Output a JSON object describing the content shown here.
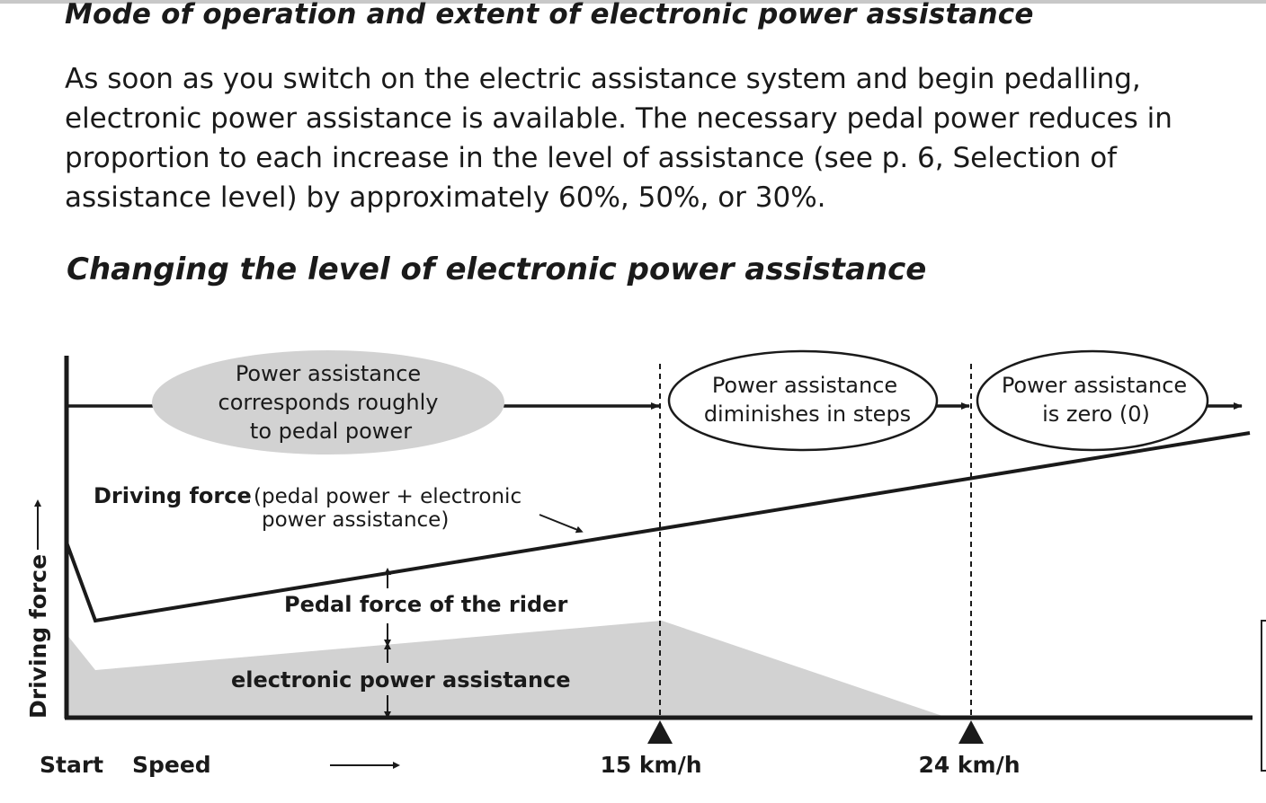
{
  "headings": {
    "mode": "Mode of operation and extent of electronic power assistance",
    "changing": "Changing the level of electronic power assistance"
  },
  "paragraph": [
    "As soon as you switch on the electric assistance system and begin pedalling,",
    "electronic power assistance is available. The necessary pedal power reduces in",
    "proportion to each increase in the level of assistance (see p. 6, Selection of",
    "assistance level) by approximately 60%, 50%, or 30%."
  ],
  "diagram": {
    "phase_labels": {
      "phase1": [
        "Power assistance",
        "corresponds roughly",
        "to pedal power"
      ],
      "phase2": [
        "Power assistance",
        "diminishes in steps"
      ],
      "phase3": [
        "Power assistance",
        "is zero (0)"
      ]
    },
    "driving_force_label": "Driving force",
    "driving_force_note": [
      "(pedal power + electronic",
      "power assistance)"
    ],
    "pedal_force_label": "Pedal force of the rider",
    "assistance_label": "electronic power assistance",
    "y_axis_label": "Driving force",
    "x_axis": {
      "start": "Start",
      "speed": "Speed",
      "markers": [
        "15 km/h",
        "24 km/h"
      ]
    },
    "colors": {
      "ink": "#1a1a1a",
      "fill_gray": "#d2d2d2",
      "white": "#ffffff"
    }
  }
}
